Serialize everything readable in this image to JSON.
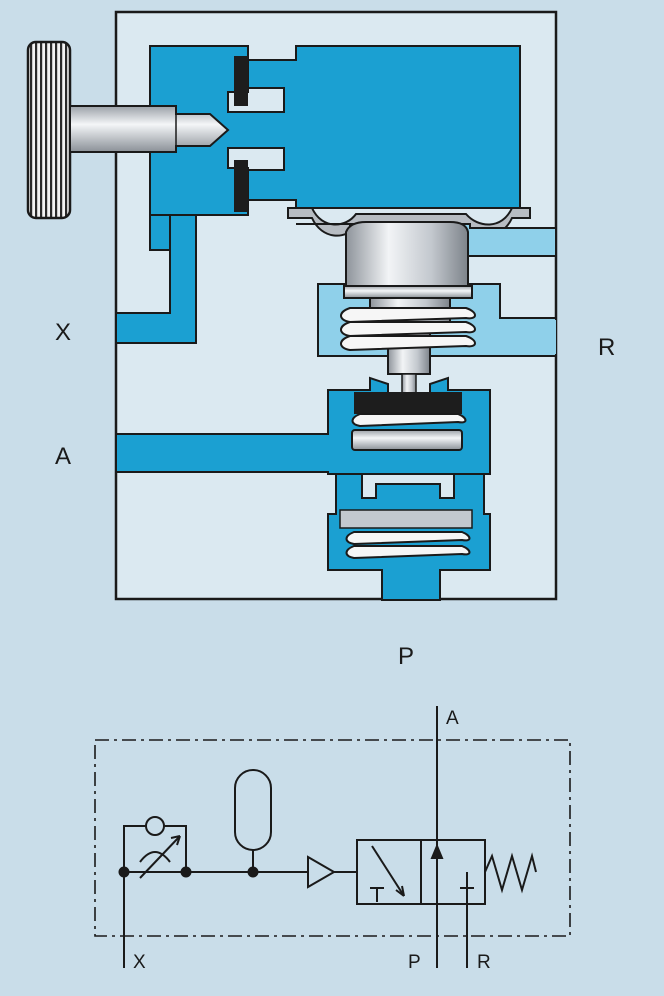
{
  "sectional_view": {
    "port_labels": {
      "x": "X",
      "r": "R",
      "a": "A",
      "p": "P"
    }
  },
  "symbol": {
    "port_labels": {
      "a": "A",
      "x": "X",
      "p": "P",
      "r": "R"
    }
  },
  "colors": {
    "background": "#c9dde9",
    "body": "#dbe9f1",
    "fluid": "#1ba0d2",
    "fluid_light": "#8fd0ea",
    "outline": "#1a1a1a",
    "seal": "#1d1d1d",
    "metal": "#c8ccd2"
  }
}
